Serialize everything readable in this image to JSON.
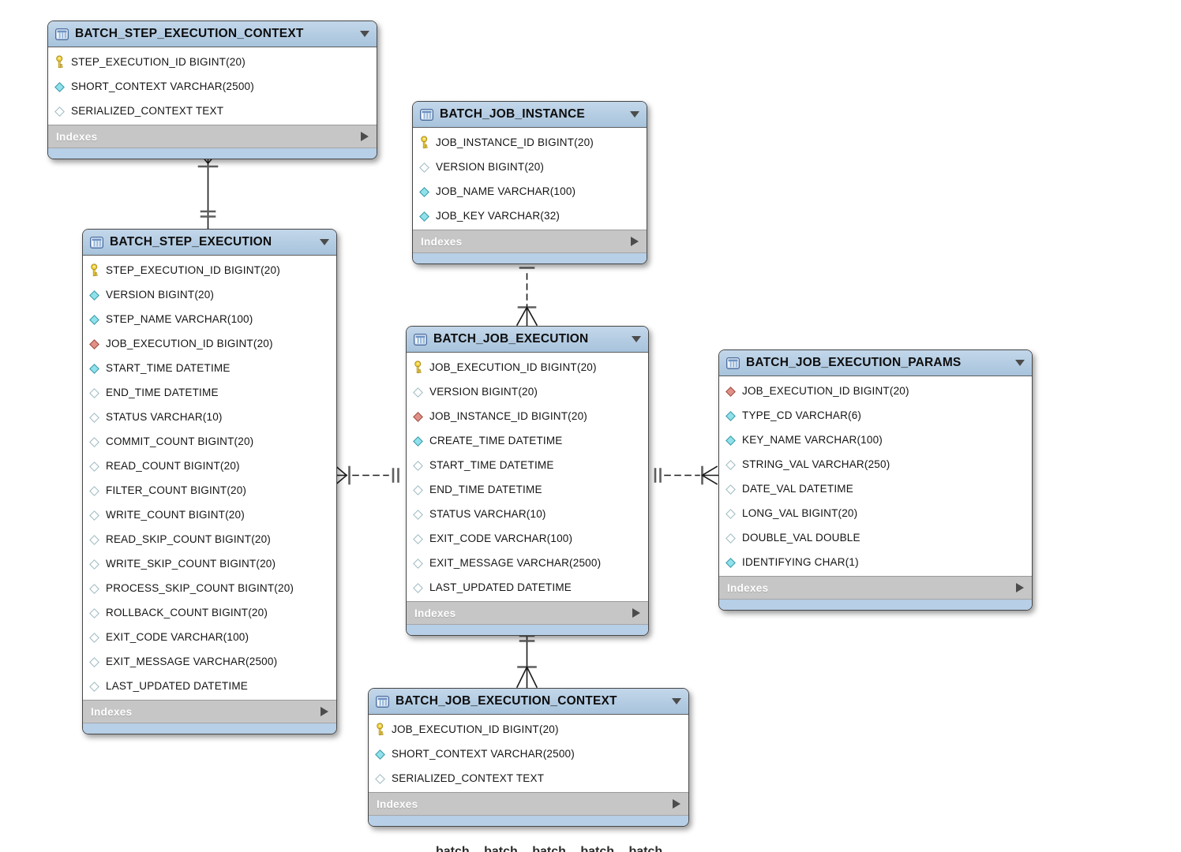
{
  "diagram": {
    "tables": [
      {
        "id": "batch_step_execution_context",
        "title": "BATCH_STEP_EXECUTION_CONTEXT",
        "footer": "Indexes",
        "columns": [
          {
            "icon": "key",
            "label": "STEP_EXECUTION_ID BIGINT(20)"
          },
          {
            "icon": "filled",
            "label": "SHORT_CONTEXT VARCHAR(2500)"
          },
          {
            "icon": "hollow",
            "label": "SERIALIZED_CONTEXT TEXT"
          }
        ]
      },
      {
        "id": "batch_job_instance",
        "title": "BATCH_JOB_INSTANCE",
        "footer": "Indexes",
        "columns": [
          {
            "icon": "key",
            "label": "JOB_INSTANCE_ID BIGINT(20)"
          },
          {
            "icon": "hollow",
            "label": "VERSION BIGINT(20)"
          },
          {
            "icon": "filled",
            "label": "JOB_NAME VARCHAR(100)"
          },
          {
            "icon": "filled",
            "label": "JOB_KEY VARCHAR(32)"
          }
        ]
      },
      {
        "id": "batch_step_execution",
        "title": "BATCH_STEP_EXECUTION",
        "footer": "Indexes",
        "columns": [
          {
            "icon": "key",
            "label": "STEP_EXECUTION_ID BIGINT(20)"
          },
          {
            "icon": "filled",
            "label": "VERSION BIGINT(20)"
          },
          {
            "icon": "filled",
            "label": "STEP_NAME VARCHAR(100)"
          },
          {
            "icon": "fk",
            "label": "JOB_EXECUTION_ID BIGINT(20)"
          },
          {
            "icon": "filled",
            "label": "START_TIME DATETIME"
          },
          {
            "icon": "hollow",
            "label": "END_TIME DATETIME"
          },
          {
            "icon": "hollow",
            "label": "STATUS VARCHAR(10)"
          },
          {
            "icon": "hollow",
            "label": "COMMIT_COUNT BIGINT(20)"
          },
          {
            "icon": "hollow",
            "label": "READ_COUNT BIGINT(20)"
          },
          {
            "icon": "hollow",
            "label": "FILTER_COUNT BIGINT(20)"
          },
          {
            "icon": "hollow",
            "label": "WRITE_COUNT BIGINT(20)"
          },
          {
            "icon": "hollow",
            "label": "READ_SKIP_COUNT BIGINT(20)"
          },
          {
            "icon": "hollow",
            "label": "WRITE_SKIP_COUNT BIGINT(20)"
          },
          {
            "icon": "hollow",
            "label": "PROCESS_SKIP_COUNT BIGINT(20)"
          },
          {
            "icon": "hollow",
            "label": "ROLLBACK_COUNT BIGINT(20)"
          },
          {
            "icon": "hollow",
            "label": "EXIT_CODE VARCHAR(100)"
          },
          {
            "icon": "hollow",
            "label": "EXIT_MESSAGE VARCHAR(2500)"
          },
          {
            "icon": "hollow",
            "label": "LAST_UPDATED DATETIME"
          }
        ]
      },
      {
        "id": "batch_job_execution",
        "title": "BATCH_JOB_EXECUTION",
        "footer": "Indexes",
        "columns": [
          {
            "icon": "key",
            "label": "JOB_EXECUTION_ID BIGINT(20)"
          },
          {
            "icon": "hollow",
            "label": "VERSION BIGINT(20)"
          },
          {
            "icon": "fk",
            "label": "JOB_INSTANCE_ID BIGINT(20)"
          },
          {
            "icon": "filled",
            "label": "CREATE_TIME DATETIME"
          },
          {
            "icon": "hollow",
            "label": "START_TIME DATETIME"
          },
          {
            "icon": "hollow",
            "label": "END_TIME DATETIME"
          },
          {
            "icon": "hollow",
            "label": "STATUS VARCHAR(10)"
          },
          {
            "icon": "hollow",
            "label": "EXIT_CODE VARCHAR(100)"
          },
          {
            "icon": "hollow",
            "label": "EXIT_MESSAGE VARCHAR(2500)"
          },
          {
            "icon": "hollow",
            "label": "LAST_UPDATED DATETIME"
          }
        ]
      },
      {
        "id": "batch_job_execution_params",
        "title": "BATCH_JOB_EXECUTION_PARAMS",
        "footer": "Indexes",
        "columns": [
          {
            "icon": "fk",
            "label": "JOB_EXECUTION_ID BIGINT(20)"
          },
          {
            "icon": "filled",
            "label": "TYPE_CD VARCHAR(6)"
          },
          {
            "icon": "filled",
            "label": "KEY_NAME VARCHAR(100)"
          },
          {
            "icon": "hollow",
            "label": "STRING_VAL VARCHAR(250)"
          },
          {
            "icon": "hollow",
            "label": "DATE_VAL DATETIME"
          },
          {
            "icon": "hollow",
            "label": "LONG_VAL BIGINT(20)"
          },
          {
            "icon": "hollow",
            "label": "DOUBLE_VAL DOUBLE"
          },
          {
            "icon": "filled",
            "label": "IDENTIFYING CHAR(1)"
          }
        ]
      },
      {
        "id": "batch_job_execution_context",
        "title": "BATCH_JOB_EXECUTION_CONTEXT",
        "footer": "Indexes",
        "columns": [
          {
            "icon": "key",
            "label": "JOB_EXECUTION_ID BIGINT(20)"
          },
          {
            "icon": "filled",
            "label": "SHORT_CONTEXT VARCHAR(2500)"
          },
          {
            "icon": "hollow",
            "label": "SERIALIZED_CONTEXT TEXT"
          }
        ]
      }
    ],
    "relationships": [
      {
        "from": "BATCH_STEP_EXECUTION_CONTEXT",
        "to": "BATCH_STEP_EXECUTION",
        "line": "solid",
        "from_end": "many",
        "to_end": "one"
      },
      {
        "from": "BATCH_JOB_EXECUTION",
        "to": "BATCH_JOB_INSTANCE",
        "line": "dashed",
        "from_end": "many",
        "to_end": "one"
      },
      {
        "from": "BATCH_STEP_EXECUTION",
        "to": "BATCH_JOB_EXECUTION",
        "line": "dashed",
        "from_end": "many",
        "to_end": "one"
      },
      {
        "from": "BATCH_JOB_EXECUTION_PARAMS",
        "to": "BATCH_JOB_EXECUTION",
        "line": "dashed",
        "from_end": "many",
        "to_end": "one"
      },
      {
        "from": "BATCH_JOB_EXECUTION_CONTEXT",
        "to": "BATCH_JOB_EXECUTION",
        "line": "solid",
        "from_end": "many",
        "to_end": "one"
      }
    ],
    "icon_legend": {
      "key": "primary-key-icon",
      "filled": "indexed-column-icon",
      "hollow": "nullable-column-icon",
      "fk": "foreign-key-icon"
    }
  },
  "colors": {
    "header_blue": "#aec9e2",
    "strip_blue": "#b7cfe7",
    "footer_gray": "#c6c6c6",
    "row_bg": "#ffffff",
    "key_yellow": "#f2d23b",
    "indexed_cyan": "#8fe1ec",
    "foreign_red": "#df9187",
    "connector_black": "#1b1b1b",
    "cardinality_gray": "#5f5f5f"
  },
  "bottom": {
    "partial_text": "batch batch batch batch batch"
  }
}
